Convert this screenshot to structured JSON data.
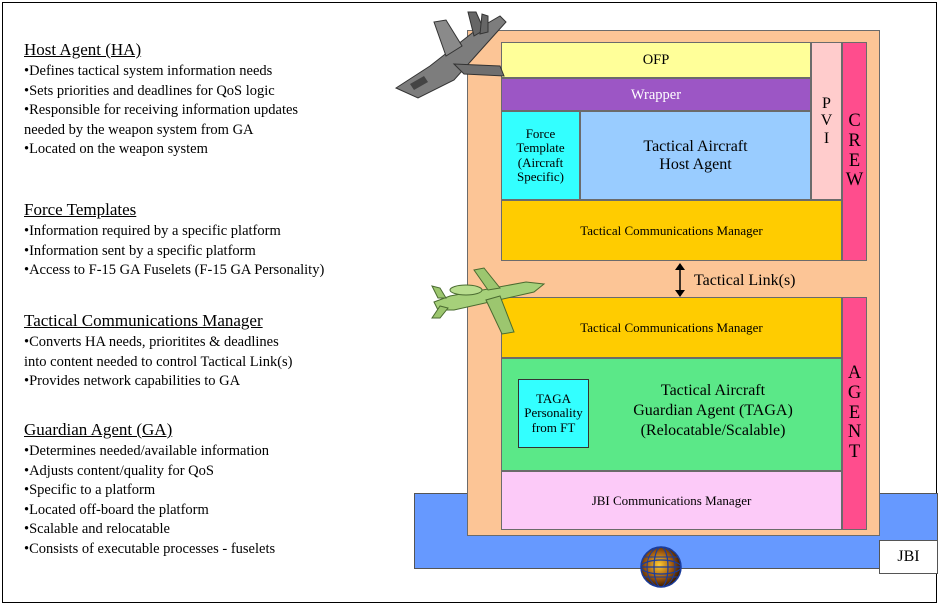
{
  "left_panel": {
    "sections": [
      {
        "title": "Host Agent (HA)",
        "bullets": [
          "•Defines tactical system information needs",
          "•Sets priorities and deadlines for QoS logic",
          "•Responsible for receiving information updates",
          "needed by the weapon system from GA",
          "•Located on the weapon system"
        ]
      },
      {
        "title": "Force Templates",
        "bullets": [
          "•Information required by a specific platform",
          "•Information sent by a specific platform",
          "•Access to F-15 GA Fuselets (F-15 GA Personality)"
        ]
      },
      {
        "title": "Tactical Communications Manager",
        "bullets": [
          "•Converts HA needs, prioritites & deadlines",
          "into content needed to control Tactical Link(s)",
          "•Provides network capabilities to GA"
        ]
      },
      {
        "title": "Guardian Agent (GA)",
        "bullets": [
          "•Determines needed/available information",
          "•Adjusts content/quality for QoS",
          "•Specific to a platform",
          "•Located off-board the platform",
          "•Scalable and relocatable",
          "•Consists of executable processes - fuselets"
        ]
      }
    ]
  },
  "diagram": {
    "ofp": "OFP",
    "wrapper": "Wrapper",
    "pvi_letters": [
      "P",
      "V",
      "I"
    ],
    "crew_letters": [
      "C",
      "R",
      "E",
      "W"
    ],
    "agent_letters": [
      "A",
      "G",
      "E",
      "N",
      "T"
    ],
    "force_template_lines": [
      "Force",
      "Template",
      "(Aircraft",
      "Specific)"
    ],
    "host_agent_lines": [
      "Tactical Aircraft",
      "Host Agent"
    ],
    "tcm_top": "Tactical Communications Manager",
    "tactical_link": "Tactical Link(s)",
    "tcm_bottom": "Tactical Communications Manager",
    "taga_personality_lines": [
      "TAGA",
      "Personality",
      "from FT"
    ],
    "guardian_lines": [
      "Tactical Aircraft",
      "Guardian Agent (TAGA)",
      "(Relocatable/Scalable)"
    ],
    "jbi_comm": "JBI Communications Manager",
    "jbi": "JBI"
  },
  "colors": {
    "outer_tan": "#fcc596",
    "ofp_yellow": "#ffff99",
    "wrapper_purple": "#9c56c5",
    "host_blue": "#99ccff",
    "force_cyan": "#33ffff",
    "tcm_gold": "#ffcc00",
    "pvi_pink": "#ffcccc",
    "crew_agent_magenta": "#ff4d8d",
    "guardian_green": "#5be888",
    "taga_cyan": "#33ffff",
    "jbi_comm_lilac": "#fccaf8",
    "jbi_blue": "#6699ff"
  },
  "icons": [
    "fighter-jet-icon",
    "awacs-aircraft-icon",
    "globe-icon",
    "double-arrow-icon"
  ]
}
